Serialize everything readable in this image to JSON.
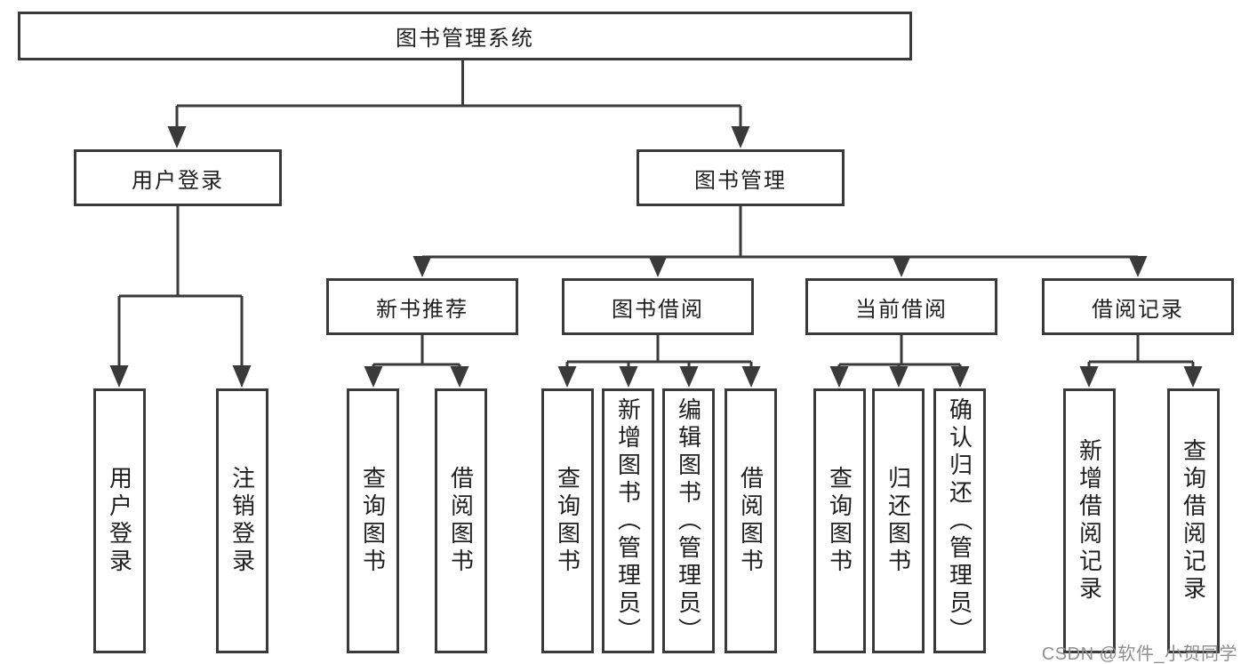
{
  "diagram": {
    "title": "图书管理系统",
    "tree": {
      "label": "图书管理系统",
      "children": [
        {
          "label": "用户登录",
          "children": [
            {
              "label": "用户登录"
            },
            {
              "label": "注销登录"
            }
          ]
        },
        {
          "label": "图书管理",
          "children": [
            {
              "label": "新书推荐",
              "children": [
                {
                  "label": "查询图书"
                },
                {
                  "label": "借阅图书"
                }
              ]
            },
            {
              "label": "图书借阅",
              "children": [
                {
                  "label": "查询图书"
                },
                {
                  "label": "新增图书（管理员）"
                },
                {
                  "label": "编辑图书（管理员）"
                },
                {
                  "label": "借阅图书"
                }
              ]
            },
            {
              "label": "当前借阅",
              "children": [
                {
                  "label": "查询图书"
                },
                {
                  "label": "归还图书"
                },
                {
                  "label": "确认归还（管理员）"
                }
              ]
            },
            {
              "label": "借阅记录",
              "children": [
                {
                  "label": "新增借阅记录"
                },
                {
                  "label": "查询借阅记录"
                }
              ]
            }
          ]
        }
      ]
    }
  },
  "watermark": {
    "text": "CSDN @软件_小贺同学"
  },
  "colors": {
    "background": "#ffffff",
    "line": "#3a3a3a",
    "box_border": "#3a3a3a",
    "text": "#1f1f1f",
    "watermark": "#8f8f8f"
  }
}
